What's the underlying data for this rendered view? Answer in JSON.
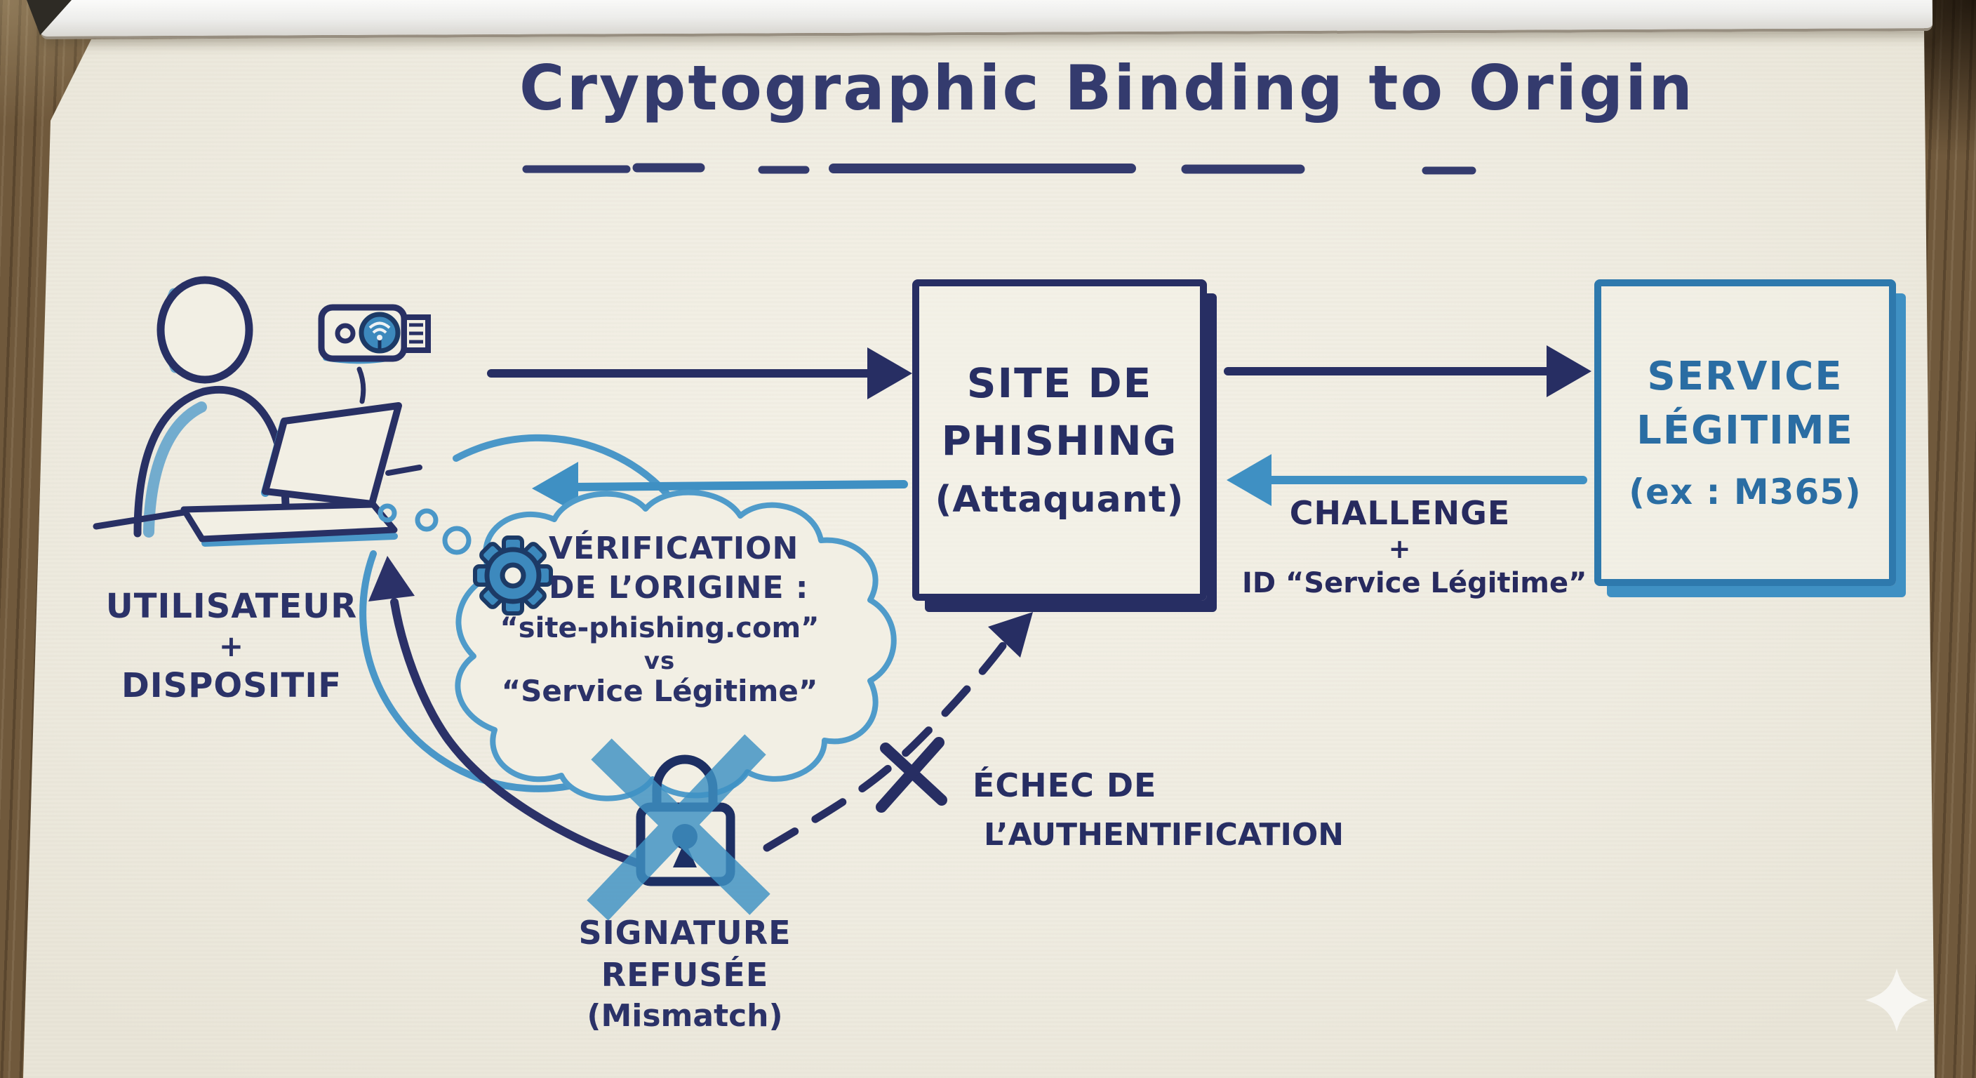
{
  "title": "Cryptographic Binding to Origin",
  "user": {
    "line1": "UTILISATEUR",
    "line2": "+",
    "line3": "DISPOSITIF"
  },
  "phishing": {
    "line1": "SITE DE",
    "line2": "PHISHING",
    "line3": "(Attaquant)"
  },
  "service": {
    "line1": "SERVICE",
    "line2": "LÉGITIME",
    "line3": "(ex : M365)"
  },
  "challenge": {
    "line1": "CHALLENGE",
    "line2": "+",
    "line3": "ID “Service Légitime”"
  },
  "verification": {
    "line1": "VÉRIFICATION",
    "line2": "DE L’ORIGINE :",
    "line3": "“site-phishing.com”",
    "line4": "vs",
    "line5": "“Service Légitime”"
  },
  "failure": {
    "line1": "ÉCHEC DE",
    "line2": "L’AUTHENTIFICATION"
  },
  "signature": {
    "line1": "SIGNATURE",
    "line2": "REFUSÉE",
    "line3": "(Mismatch)"
  },
  "icons": {
    "gear": "gear-icon",
    "padlock": "padlock-icon",
    "security_key": "security-key-icon",
    "person": "person-icon",
    "laptop": "laptop-icon",
    "thought_cloud": "thought-cloud",
    "failure_x": "failure-x-icon",
    "sparkle": "sparkle-icon"
  },
  "colors": {
    "ink_navy": "#272e63",
    "marker_blue": "#3f90c3",
    "cloud_blue": "#4f9bca",
    "service_border": "#2e79ad",
    "paper": "#f1eee3",
    "page_curl": "#e9e8e5",
    "wood": "#70593c"
  }
}
